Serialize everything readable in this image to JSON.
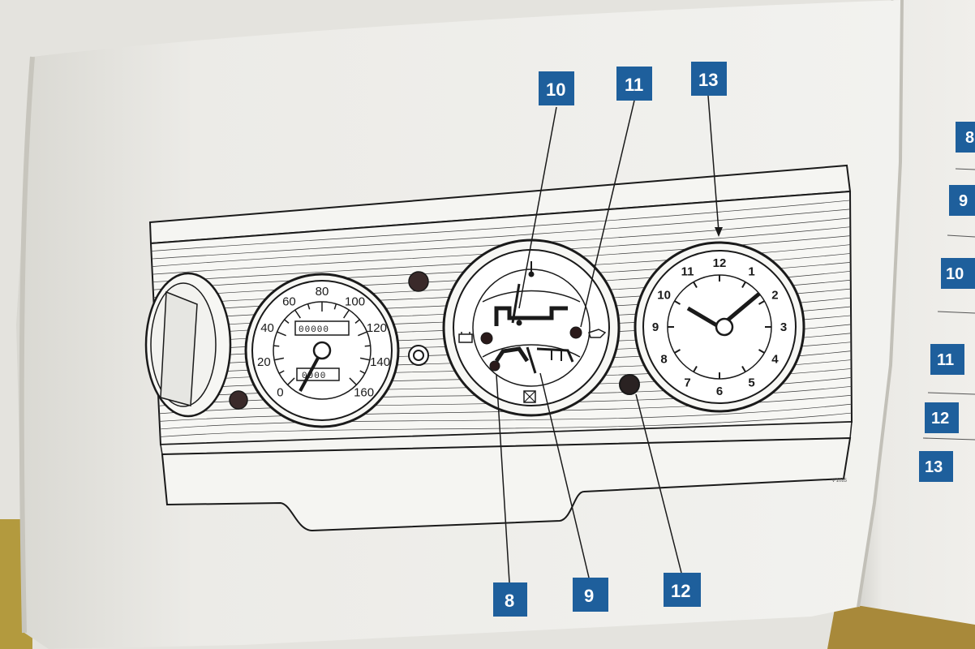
{
  "callouts": [
    {
      "id": "c10",
      "label": "10"
    },
    {
      "id": "c11",
      "label": "11"
    },
    {
      "id": "c13",
      "label": "13"
    },
    {
      "id": "c8",
      "label": "8"
    },
    {
      "id": "c9",
      "label": "9"
    },
    {
      "id": "c12",
      "label": "12"
    }
  ],
  "right_page_callouts": [
    {
      "label": "8"
    },
    {
      "label": "9"
    },
    {
      "label": "10"
    },
    {
      "label": "11"
    },
    {
      "label": "12"
    },
    {
      "label": "13"
    }
  ],
  "speedometer": {
    "scale": [
      "0",
      "20",
      "40",
      "60",
      "80",
      "100",
      "120",
      "140",
      "160"
    ],
    "odometer": "00000",
    "trip": "0000"
  },
  "clock": {
    "numbers": [
      "12",
      "1",
      "2",
      "3",
      "4",
      "5",
      "6",
      "7",
      "8",
      "9",
      "10",
      "11"
    ]
  },
  "colors": {
    "callout": "#1e5f9c",
    "paper": "#efefec",
    "ink": "#1a1a1a"
  }
}
